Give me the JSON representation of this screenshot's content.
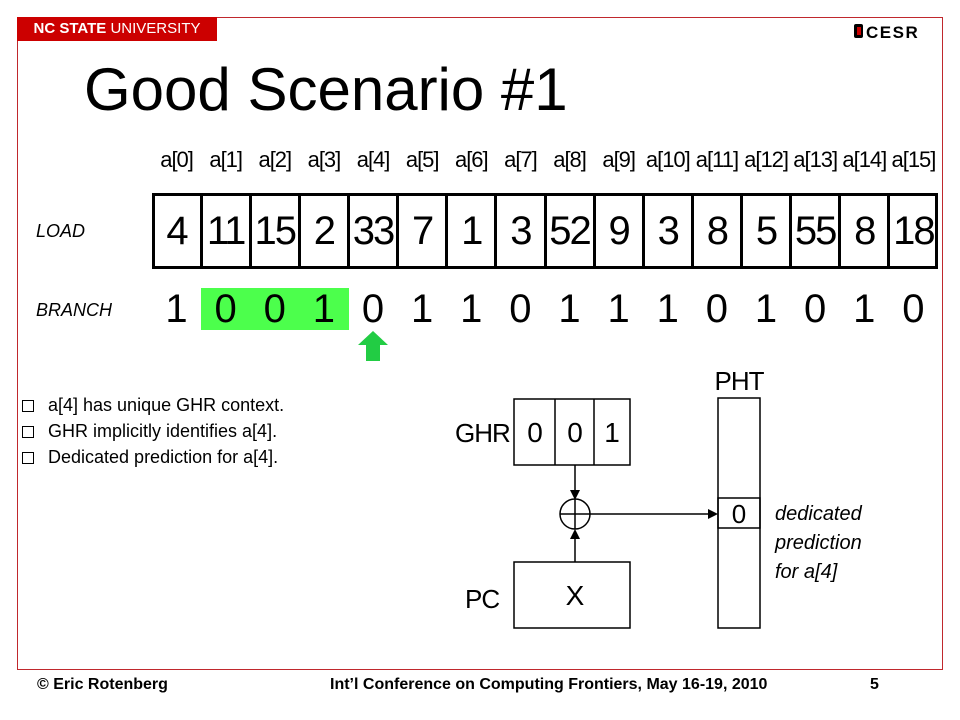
{
  "header": {
    "university_bold": "NC STATE",
    "university_rest": "UNIVERSITY",
    "lab_logo": "CESR"
  },
  "title": "Good Scenario #1",
  "labels": {
    "load": "LOAD",
    "branch": "BRANCH"
  },
  "indices": [
    "a[0]",
    "a[1]",
    "a[2]",
    "a[3]",
    "a[4]",
    "a[5]",
    "a[6]",
    "a[7]",
    "a[8]",
    "a[9]",
    "a[10]",
    "a[11]",
    "a[12]",
    "a[13]",
    "a[14]",
    "a[15]"
  ],
  "load_values": [
    "4",
    "11",
    "15",
    "2",
    "33",
    "7",
    "1",
    "3",
    "52",
    "9",
    "3",
    "8",
    "5",
    "55",
    "8",
    "18"
  ],
  "branch_bits": [
    "1",
    "0",
    "0",
    "1",
    "0",
    "1",
    "1",
    "0",
    "1",
    "1",
    "1",
    "0",
    "1",
    "0",
    "1",
    "0"
  ],
  "highlight": {
    "start": 1,
    "end": 3,
    "color": "#4cff4c"
  },
  "arrow": {
    "target_index": 4,
    "color": "#22cc44",
    "icon": "up-arrow-icon"
  },
  "bullets": [
    "a[4] has unique GHR context.",
    "GHR implicitly identifies a[4].",
    "Dedicated prediction for a[4]."
  ],
  "diagram": {
    "ghr_label": "GHR",
    "ghr_bits": [
      "0",
      "0",
      "1"
    ],
    "pc_label": "PC",
    "pc_value": "X",
    "pht_label": "PHT",
    "pht_entry": "0",
    "xor_icon": "xor-icon"
  },
  "note": [
    "dedicated",
    "prediction",
    "for a[4]"
  ],
  "footer": {
    "author": "© Eric Rotenberg",
    "conference": "Int’l Conference on Computing Frontiers, May 16-19, 2010",
    "page": "5"
  },
  "colors": {
    "accent": "#cc0000"
  }
}
